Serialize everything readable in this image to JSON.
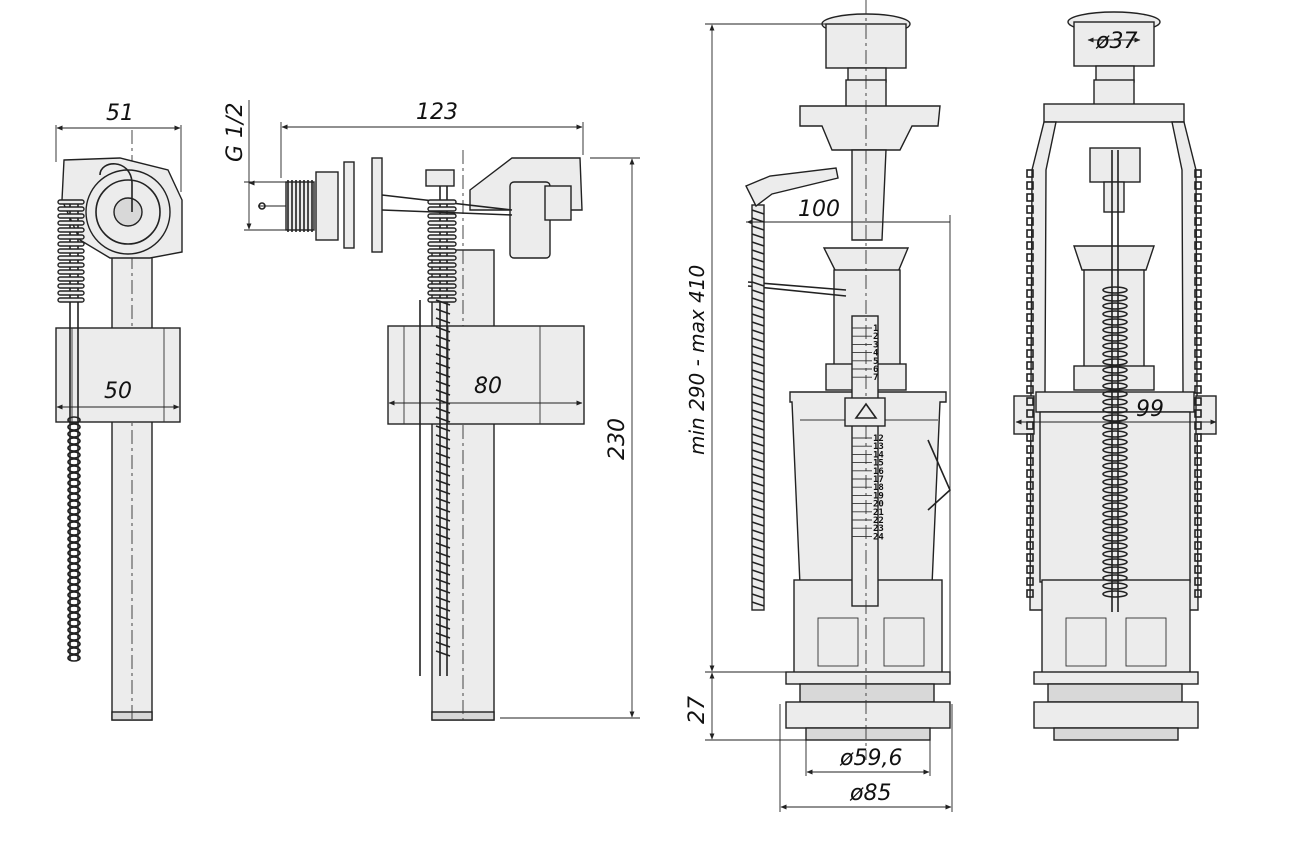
{
  "dimensions": {
    "float_valve_side": {
      "width": "51",
      "float": "50"
    },
    "float_valve_front": {
      "thread": "G 1/2",
      "length": "123",
      "float": "80",
      "height": "230"
    },
    "flush_valve_side": {
      "height_range": "min 290 - max 410",
      "lever": "100",
      "base": "27",
      "thread_dia": "ø59,6",
      "flange_dia": "ø85"
    },
    "flush_valve_front": {
      "button_dia": "ø37",
      "width": "99"
    }
  },
  "scale_marks": [
    "1",
    "2",
    "3",
    "4",
    "5",
    "6",
    "7",
    "12",
    "13",
    "14",
    "15",
    "16",
    "17",
    "18",
    "19",
    "20",
    "21",
    "22",
    "23",
    "24"
  ],
  "colors": {
    "line": "#222222",
    "fill": "#ececec",
    "background": "#ffffff"
  }
}
